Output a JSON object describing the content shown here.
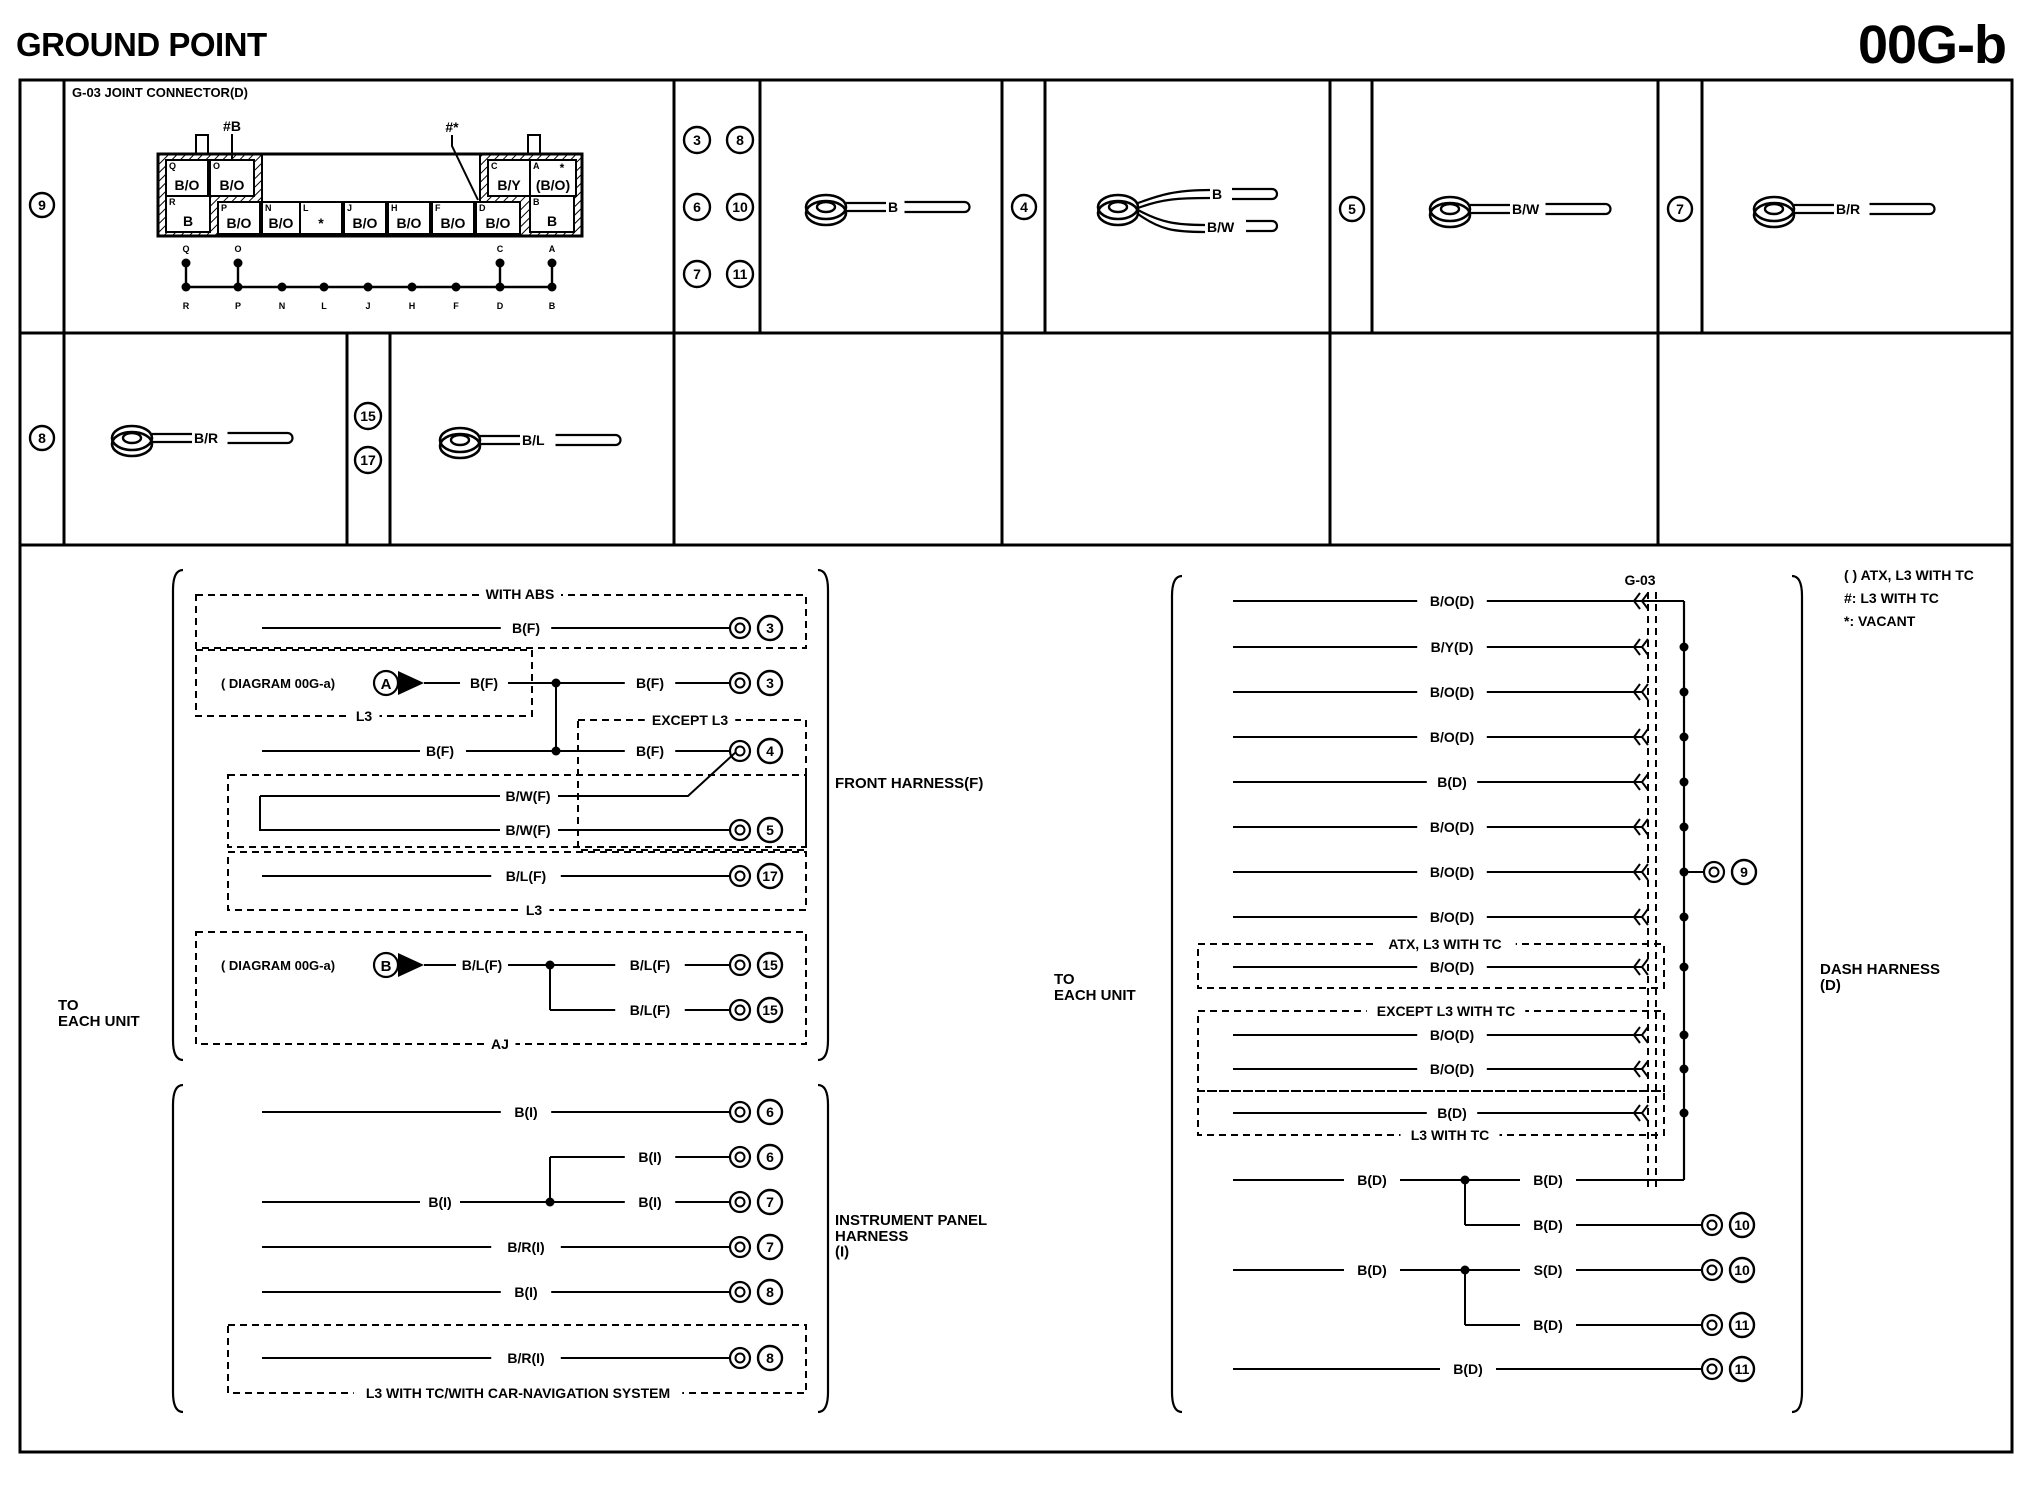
{
  "header": {
    "title": "GROUND POINT",
    "code": "00G-b"
  },
  "connector": {
    "name": "G-03 JOINT CONNECTOR(D)",
    "marker_hash": "#B",
    "marker_hashstar": "#*",
    "top_row": [
      {
        "pin": "Q",
        "label": "B/O"
      },
      {
        "pin": "O",
        "label": "B/O"
      },
      {
        "pin": "C",
        "label": "B/Y"
      },
      {
        "pin": "A",
        "label": "(B/O)"
      }
    ],
    "star": "*",
    "bottom_row": [
      {
        "pin": "R",
        "label": "B"
      },
      {
        "pin": "P",
        "label": "B/O"
      },
      {
        "pin": "N",
        "label": "B/O"
      },
      {
        "pin": "L",
        "label": "*"
      },
      {
        "pin": "J",
        "label": "B/O"
      },
      {
        "pin": "H",
        "label": "B/O"
      },
      {
        "pin": "F",
        "label": "B/O"
      },
      {
        "pin": "D",
        "label": "B/O"
      },
      {
        "pin": "B",
        "label": "B"
      }
    ],
    "bus_top": [
      "Q",
      "O",
      "C",
      "A"
    ],
    "bus_bottom": [
      "R",
      "P",
      "N",
      "L",
      "J",
      "H",
      "F",
      "D",
      "B"
    ]
  },
  "ground_points": [
    {
      "ids": [
        "9"
      ]
    },
    {
      "ids": [
        "3",
        "8",
        "6",
        "10",
        "7",
        "11"
      ],
      "wires": [
        "B"
      ]
    },
    {
      "ids": [
        "4"
      ],
      "wires": [
        "B",
        "B/W"
      ]
    },
    {
      "ids": [
        "5"
      ],
      "wires": [
        "B/W"
      ]
    },
    {
      "ids": [
        "7"
      ],
      "wires": [
        "B/R"
      ]
    },
    {
      "ids": [
        "8"
      ],
      "wires": [
        "B/R"
      ]
    },
    {
      "ids": [
        "15",
        "17"
      ],
      "wires": [
        "B/L"
      ]
    }
  ],
  "left_circuit": {
    "to_each_unit": "TO\nEACH UNIT",
    "front_harness": "FRONT HARNESS(F)",
    "ip_harness": "INSTRUMENT PANEL\nHARNESS\n(I)",
    "options": {
      "with_abs": "WITH ABS",
      "l3": "L3",
      "except_l3": "EXCEPT L3",
      "aj": "AJ",
      "nav": "L3 WITH TC/WITH CAR-NAVIGATION SYSTEM"
    },
    "diagram_ref": "( DIAGRAM 00G-a)",
    "connector_a": "A",
    "connector_b": "B",
    "wires": [
      {
        "label": "B(F)",
        "gp": "3"
      },
      {
        "label": "B(F)"
      },
      {
        "label": "B(F)",
        "gp": "3"
      },
      {
        "label": "B(F)"
      },
      {
        "label": "B(F)",
        "gp": "4"
      },
      {
        "label": "B/W(F)"
      },
      {
        "label": "B/W(F)",
        "gp": "5"
      },
      {
        "label": "B/L(F)",
        "gp": "17"
      },
      {
        "label": "B/L(F)"
      },
      {
        "label": "B/L(F)",
        "gp": "15"
      },
      {
        "label": "B/L(F)",
        "gp": "15"
      },
      {
        "label": "B(I)",
        "gp": "6"
      },
      {
        "label": "B(I)",
        "gp": "6"
      },
      {
        "label": "B(I)"
      },
      {
        "label": "B(I)",
        "gp": "7"
      },
      {
        "label": "B/R(I)",
        "gp": "7"
      },
      {
        "label": "B(I)",
        "gp": "8"
      },
      {
        "label": "B/R(I)",
        "gp": "8"
      }
    ]
  },
  "right_circuit": {
    "to_each_unit": "TO\nEACH UNIT",
    "dash_harness": "DASH HARNESS\n(D)",
    "connector": "G-03",
    "legend": [
      "( ) ATX, L3 WITH TC",
      "#: L3 WITH TC",
      "*: VACANT"
    ],
    "options": {
      "atx": "ATX, L3 WITH TC",
      "except": "EXCEPT L3 WITH TC",
      "l3tc": "L3 WITH TC"
    },
    "gp9": "9",
    "bus_wires": [
      "B/O(D)",
      "B/Y(D)",
      "B/O(D)",
      "B/O(D)",
      "B(D)",
      "B/O(D)",
      "B/O(D)",
      "B/O(D)",
      "B/O(D)",
      "B/O(D)",
      "B/O(D)",
      "B(D)"
    ],
    "split_wires": [
      {
        "label": "B(D)"
      },
      {
        "label": "B(D)"
      },
      {
        "label": "B(D)",
        "gp": "10"
      },
      {
        "label": "B(D)"
      },
      {
        "label": "S(D)",
        "gp": "10"
      },
      {
        "label": "B(D)",
        "gp": "11"
      },
      {
        "label": "B(D)",
        "gp": "11"
      }
    ]
  }
}
